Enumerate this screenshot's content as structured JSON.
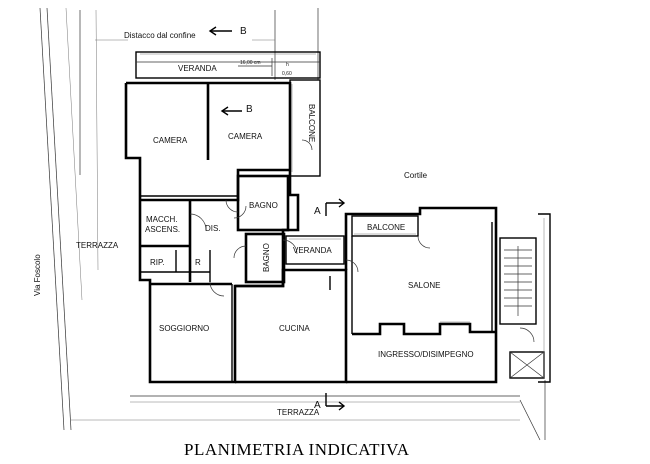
{
  "title": "PLANIMETRIA INDICATIVA",
  "labels": {
    "distacco": "Distacco dal confine",
    "veranda_top": "VERANDA",
    "dim_top": "16,00 cm",
    "dim_side_a": "h",
    "dim_side_b": "0,60",
    "balcone_side": "BALCONE",
    "camera_1": "CAMERA",
    "camera_2": "CAMERA",
    "cortile": "Cortile",
    "bagno_1": "BAGNO",
    "bagno_2": "BAGNO",
    "macch_1": "MACCH.",
    "macch_2": "ASCENS.",
    "dis": "DIS.",
    "rip": "RIP.",
    "r": "R",
    "terrazza_left": "TERRAZZA",
    "via": "Via Foscolo",
    "veranda_mid": "VERANDA",
    "balcone_mid": "BALCONE",
    "salone": "SALONE",
    "soggiorno": "SOGGIORNO",
    "cucina": "CUCINA",
    "ingresso": "INGRESSO/DISIMPEGNO",
    "terrazza_bottom": "TERRAZZA"
  },
  "sections": {
    "b_top": "B",
    "b_mid": "B",
    "a_top": "A",
    "a_bottom": "A"
  }
}
